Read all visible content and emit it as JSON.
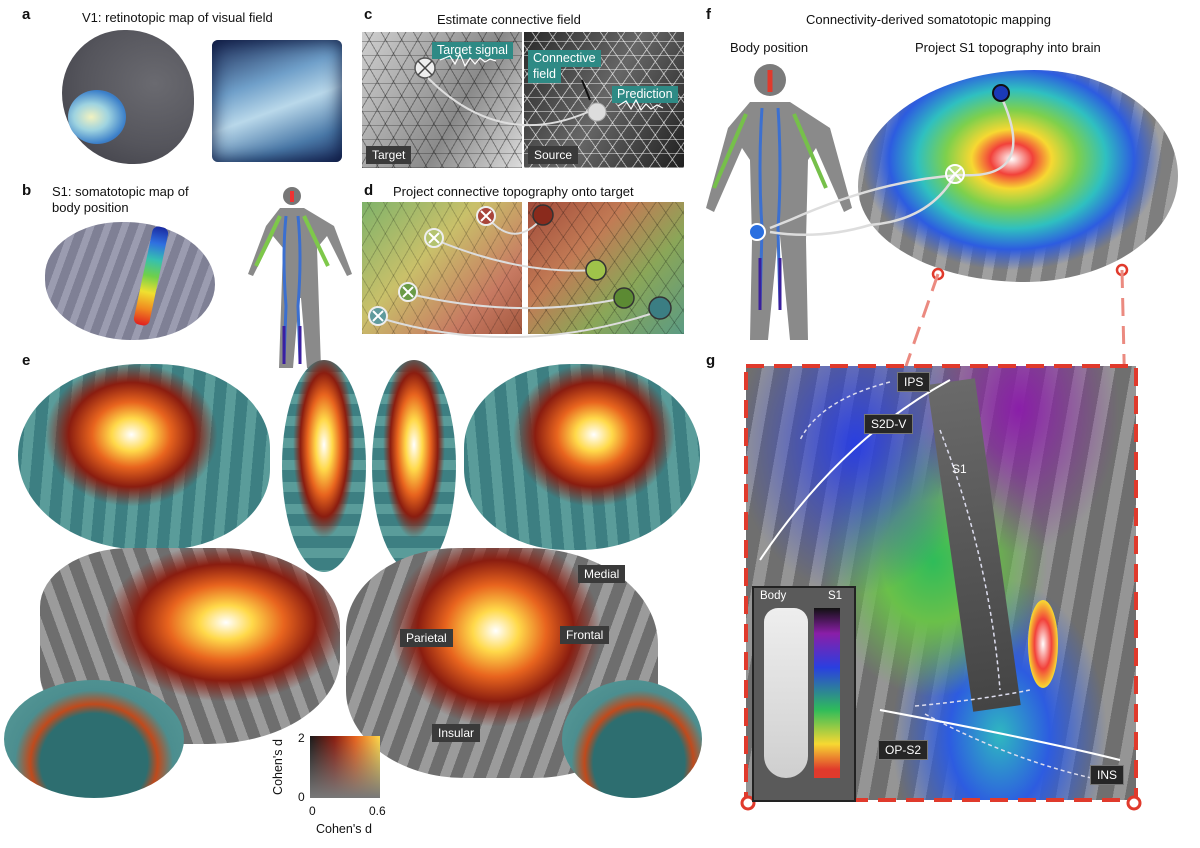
{
  "panels": {
    "a": {
      "letter": "a",
      "title": "V1: retinotopic map of visual field"
    },
    "b": {
      "letter": "b",
      "title_line1": "S1: somatotopic map of",
      "title_line2": "body position"
    },
    "c": {
      "letter": "c",
      "title": "Estimate connective field",
      "target_signal": "Target signal",
      "connective_field_line1": "Connective",
      "connective_field_line2": "field",
      "prediction": "Prediction",
      "target": "Target",
      "source": "Source"
    },
    "d": {
      "letter": "d",
      "title": "Project connective topography onto target"
    },
    "e": {
      "letter": "e",
      "medial": "Medial",
      "frontal": "Frontal",
      "parietal": "Parietal",
      "insular": "Insular",
      "colorbar": {
        "y_label": "Cohen's d",
        "x_label": "Cohen's d",
        "y_top": "2",
        "y_bottom": "0",
        "x_left": "0",
        "x_right": "0.6"
      }
    },
    "f": {
      "letter": "f",
      "title": "Connectivity-derived somatotopic mapping",
      "body_position": "Body position",
      "project_label": "Project S1 topography into brain"
    },
    "g": {
      "letter": "g",
      "ips": "IPS",
      "s2dv": "S2D-V",
      "s1": "S1",
      "ops2": "OP-S2",
      "ins": "INS",
      "inset_body": "Body",
      "inset_s1": "S1"
    }
  },
  "colors": {
    "teal": "#2e8a85",
    "red_dash": "#e03a2c",
    "cortex_gray": "#8d8d8d"
  }
}
